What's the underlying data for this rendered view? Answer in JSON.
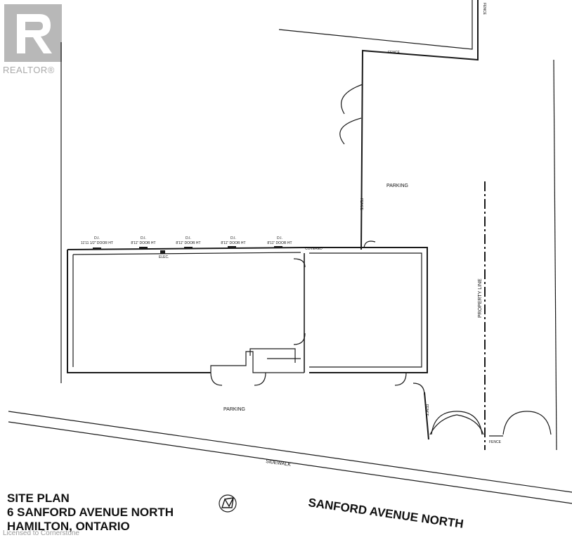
{
  "title_block": {
    "line1": "SITE PLAN",
    "line2": "6 SANFORD AVENUE NORTH",
    "line3": "HAMILTON, ONTARIO"
  },
  "street_name": "SANFORD AVENUE NORTH",
  "labels": {
    "parking_rear": "PARKING",
    "parking_front": "PARKING",
    "sidewalk": "SIDEWALK",
    "property_line": "PROPERTY LINE",
    "fence": "FENCE",
    "elec": "ELEC.",
    "covered": "COVERED"
  },
  "doors": [
    {
      "code": "D.I.",
      "height": "11'11 1/2\" DOOR HT"
    },
    {
      "code": "D.I.",
      "height": "8'11\" DOOR HT"
    },
    {
      "code": "D.I.",
      "height": "8'11\" DOOR HT"
    },
    {
      "code": "D.I.",
      "height": "8'11\" DOOR HT"
    },
    {
      "code": "D.I.",
      "height": "8'11\" DOOR HT"
    }
  ],
  "watermarks": {
    "brand": "REALTOR®",
    "license": "Licensed to Cornerstone"
  },
  "colors": {
    "line": "#1a1a1a",
    "watermark": "#b8b8b8"
  }
}
